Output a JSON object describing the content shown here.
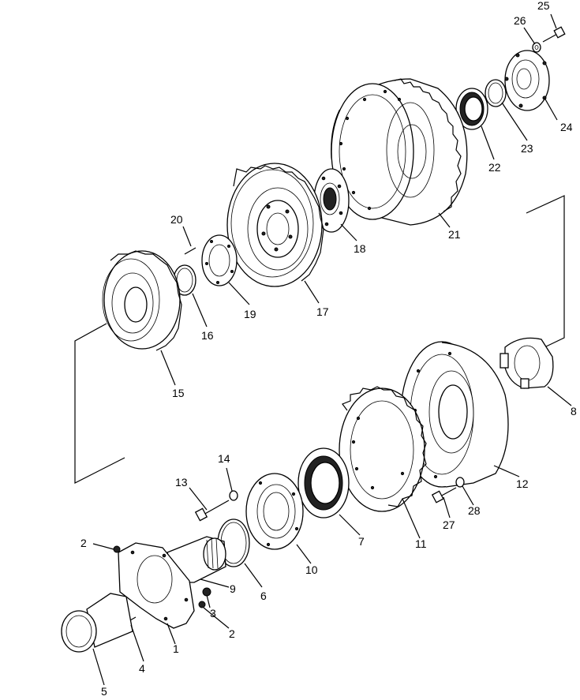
{
  "callouts": {
    "c1": "1",
    "c2a": "2",
    "c2b": "2",
    "c3": "3",
    "c4": "4",
    "c5": "5",
    "c6": "6",
    "c7": "7",
    "c8": "8",
    "c9": "9",
    "c10": "10",
    "c11": "11",
    "c12": "12",
    "c13": "13",
    "c14": "14",
    "c15": "15",
    "c16": "16",
    "c17": "17",
    "c18": "18",
    "c19": "19",
    "c20": "20",
    "c21": "21",
    "c22": "22",
    "c23": "23",
    "c24": "24",
    "c25": "25",
    "c26": "26",
    "c27": "27",
    "c28": "28"
  }
}
